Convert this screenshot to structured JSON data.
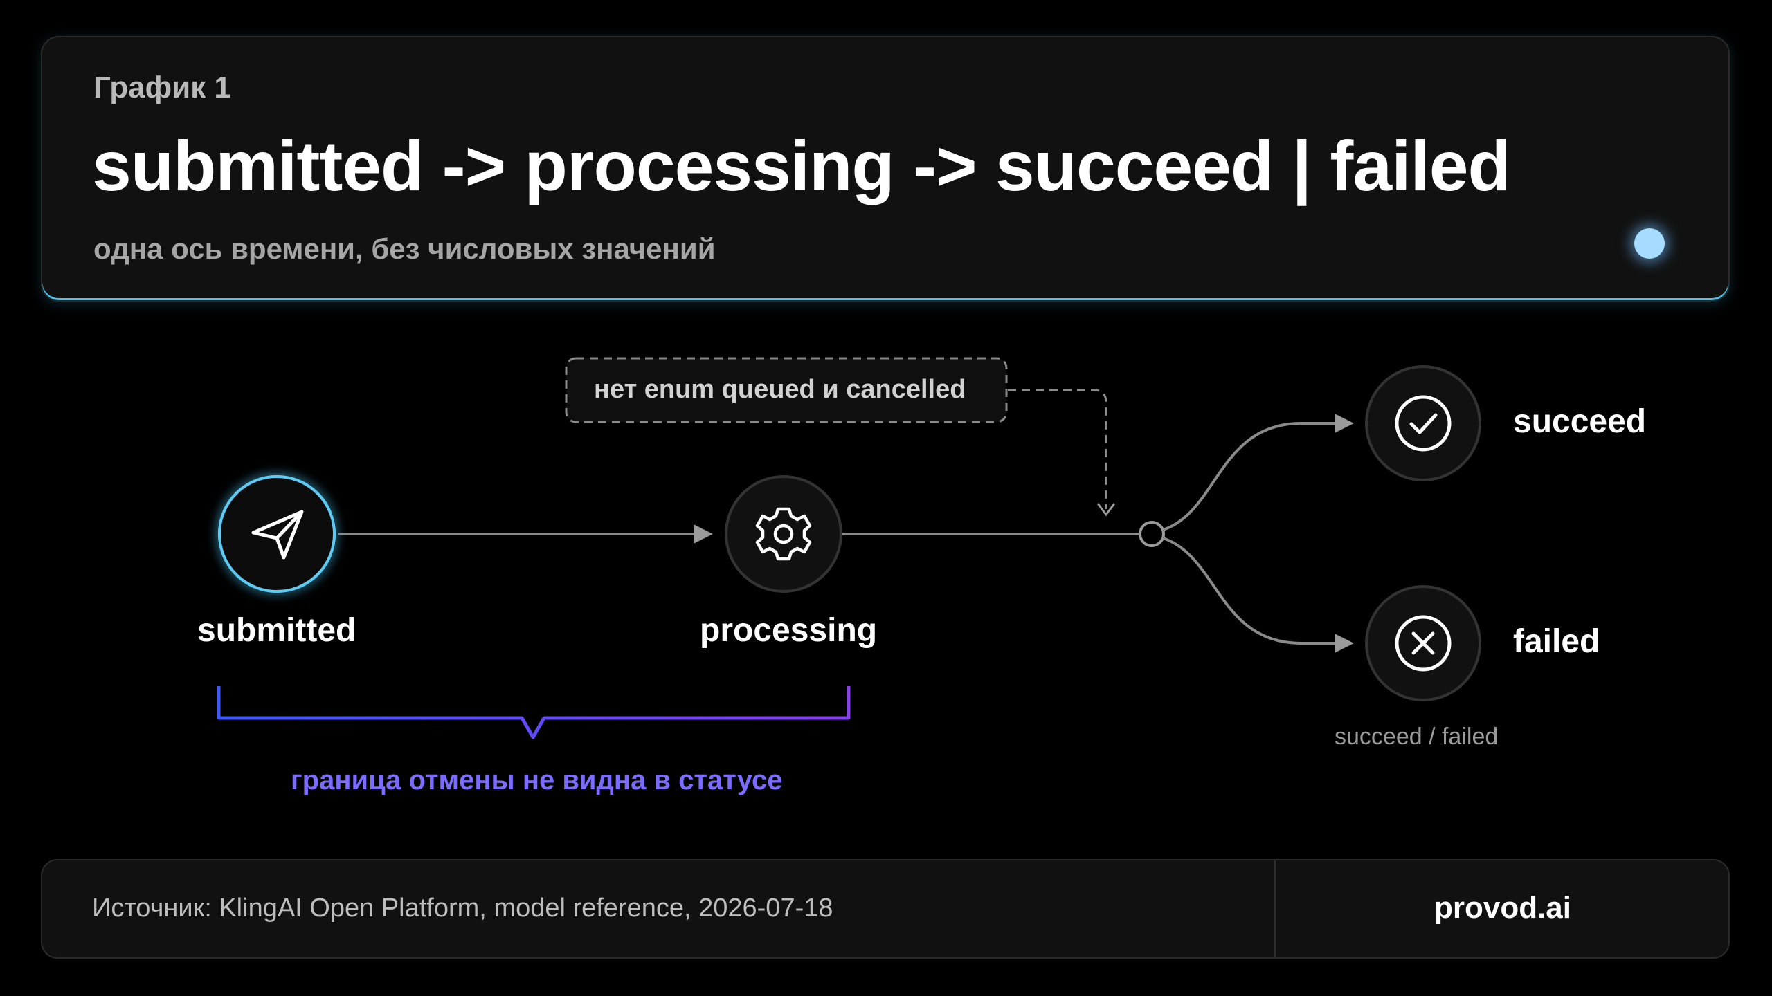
{
  "header": {
    "kicker": "График 1",
    "title": "submitted -> processing -> succeed | failed",
    "subtitle": "одна ось времени, без числовых значений"
  },
  "diagram": {
    "nodes": {
      "submitted": "submitted",
      "processing": "processing",
      "succeed": "succeed",
      "failed": "failed"
    },
    "note": "нет enum queued и cancelled",
    "outcome_note": "succeed / failed",
    "bracket_label": "граница отмены не видна в статусе",
    "colors": {
      "accent_cyan": "#4cc3ef",
      "bracket_gradient_start": "#3b59ff",
      "bracket_gradient_end": "#8b3df2",
      "bracket_text": "#7b6bff"
    },
    "icons": {
      "submitted": "paper-plane-icon",
      "processing": "gear-icon",
      "succeed": "check-icon",
      "failed": "x-icon"
    }
  },
  "footer": {
    "source": "Источник: KlingAI Open Platform, model reference, 2026-07-18",
    "brand": "provod.ai"
  }
}
